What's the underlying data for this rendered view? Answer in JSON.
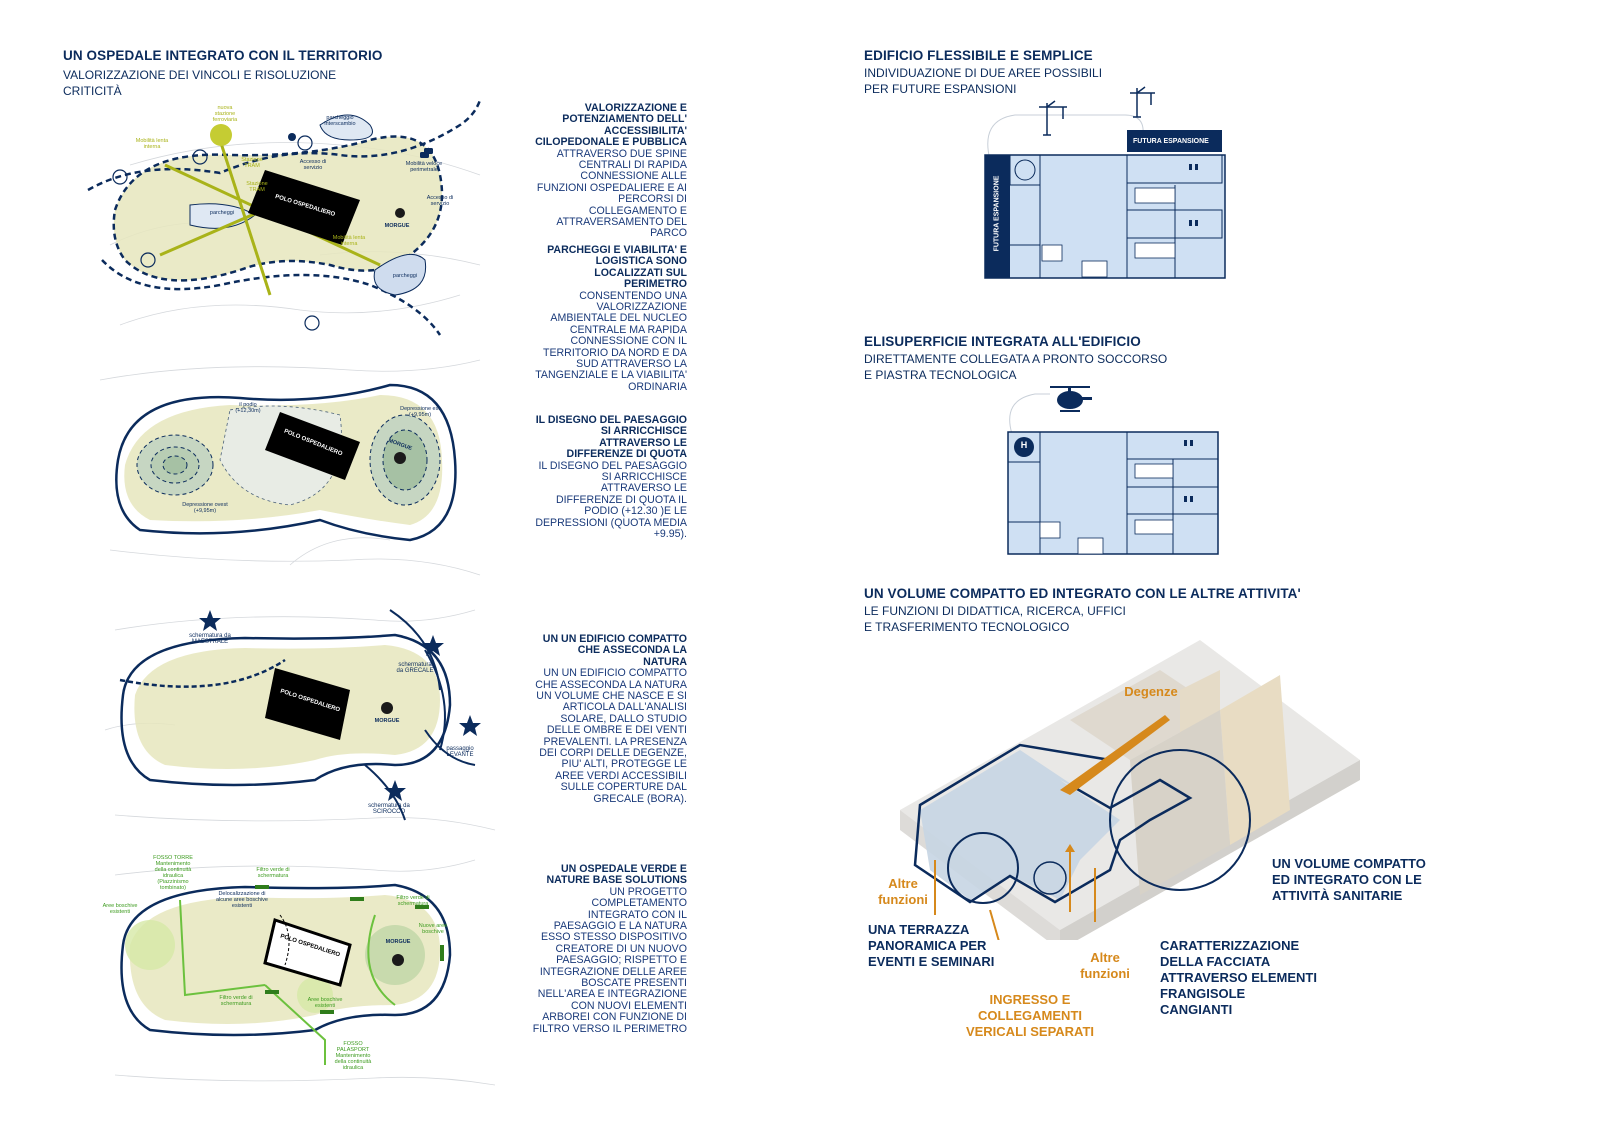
{
  "left_header": {
    "title": "UN OSPEDALE INTEGRATO CON IL TERRITORIO",
    "subtitle_line1": "VALORIZZAZIONE DEI VINCOLI E RISOLUZIONE",
    "subtitle_line2": "CRITICITÀ"
  },
  "paragraphs": [
    {
      "bold": "VALORIZZAZIONE E POTENZIAMENTO DELL' ACCESSIBILITA' CILOPEDONALE E PUBBLICA",
      "text": "ATTRAVERSO DUE SPINE CENTRALI DI RAPIDA CONNESSIONE ALLE FUNZIONI OSPEDALIERE E AI PERCORSI DI COLLEGAMENTO E ATTRAVERSAMENTO DEL PARCO"
    },
    {
      "bold": "PARCHEGGI E VIABILITA' E LOGISTICA SONO LOCALIZZATI SUL PERIMETRO",
      "text": "CONSENTENDO UNA VALORIZZAZIONE AMBIENTALE DEL NUCLEO CENTRALE MA RAPIDA CONNESSIONE CON IL TERRITORIO DA NORD E DA SUD ATTRAVERSO LA TANGENZIALE E LA VIABILITA' ORDINARIA"
    },
    {
      "bold": "IL DISEGNO DEL PAESAGGIO SI ARRICCHISCE ATTRAVERSO LE DIFFERENZE DI QUOTA",
      "text": "IL DISEGNO DEL PAESAGGIO SI ARRICCHISCE ATTRAVERSO LE DIFFERENZE DI QUOTA IL PODIO (+12.30 )E LE DEPRESSIONI (QUOTA MEDIA +9.95)."
    },
    {
      "bold": "UN UN EDIFICIO COMPATTO CHE ASSECONDA LA NATURA",
      "text": "UN UN EDIFICIO COMPATTO CHE ASSECONDA LA NATURA UN VOLUME CHE NASCE E SI ARTICOLA DALL'ANALISI SOLARE, DALLO STUDIO DELLE OMBRE E DEI VENTI PREVALENTI. LA PRESENZA DEI CORPI DELLE DEGENZE, PIU' ALTI, PROTEGGE LE AREE VERDI ACCESSIBILI SULLE COPERTURE DAL GRECALE (BORA)."
    },
    {
      "bold": "UN OSPEDALE VERDE E NATURE BASE SOLUTIONS",
      "text": "UN PROGETTO COMPLETAMENTO INTEGRATO CON IL PAESAGGIO E LA NATURA ESSO STESSO DISPOSITIVO CREATORE DI UN NUOVO PAESAGGIO; RISPETTO E INTEGRAZIONE DELLE AREE BOSCATE PRESENTI NELL'AREA E INTEGRAZIONE CON NUOVI ELEMENTI ARBOREI CON FUNZIONE DI FILTRO VERSO IL PERIMETRO"
    }
  ],
  "map1": {
    "polo": "POLO OSPEDALIERO",
    "morgue": "MORGUE",
    "nuova_stazione": "nuova stazione ferroviaria",
    "mobilita_lenta": "Mobilità lenta interna",
    "parcheggio_interscambio": "parcheggio interscambio",
    "stazione_tram1": "Stazione TRAM",
    "stazione_tram2": "Stazione TRAM",
    "accesso_servizio1": "Accesso di servizio",
    "accesso_servizio2": "Accesso di servizio",
    "mobilita_veloce": "Mobilità veloce perimetrale",
    "parcheggi1": "parcheggi",
    "parcheggi2": "parcheggi",
    "mobilita_lenta2": "Mobilità lenta interna"
  },
  "map2": {
    "polo": "POLO OSPEDALIERO",
    "morgue": "MORGUE",
    "podio": "il podio (+12,30m)",
    "dep_est": "Depressione est (+9,95m)",
    "dep_ovest": "Depressione ovest (+9,95m)"
  },
  "map3": {
    "polo": "POLO OSPEDALIERO",
    "morgue": "MORGUE",
    "maestrale": "schermatura da MAESTRALE",
    "grecale": "schermatura da GRECALE",
    "levante": "passaggio LEVANTE",
    "scirocco": "schermatura da SCIROCCO"
  },
  "map4": {
    "polo": "POLO OSPEDALIERO",
    "morgue": "MORGUE",
    "fosso_torre": "FOSSO TORRE Mantenimento della continuità idraulica (Piazzinismo tombinato)",
    "filtro1": "Filtro verde di schermatura",
    "delocalizzazione": "Delocalizzazione di alcune aree boschive esistenti",
    "aree_boschive_esistenti1": "Aree boschive esistenti",
    "filtro2": "Filtro verde di schermatura",
    "nuove_aree": "Nuove aree boschive",
    "filtro3": "Filtro verde di schermatura",
    "aree_boschive_esistenti2": "Aree boschive esistenti",
    "fosso_palasport": "FOSSO PALASPORT Mantenimento della continuità idraulica"
  },
  "right": {
    "sec1_title": "EDIFICIO FLESSIBILE E SEMPLICE",
    "sec1_sub1": "INDIVIDUAZIONE DI DUE AREE POSSIBILI",
    "sec1_sub2": "PER FUTURE ESPANSIONI",
    "futura_espansione_h": "FUTURA ESPANSIONE",
    "futura_espansione_v": "FUTURA ESPANSIONE",
    "sec2_title": "ELISUPERFICIE INTEGRATA ALL'EDIFICIO",
    "sec2_sub1": "DIRETTAMENTE COLLEGATA A PRONTO SOCCORSO",
    "sec2_sub2": "E PIASTRA TECNOLOGICA",
    "heli_letter": "H",
    "sec3_title": "UN VOLUME COMPATTO ED INTEGRATO CON LE ALTRE ATTIVITA'",
    "sec3_sub1": "LE FUNZIONI DI DIDATTICA, RICERCA, UFFICI",
    "sec3_sub2": "E TRASFERIMENTO TECNOLOGICO"
  },
  "axo": {
    "degenze": "Degenze",
    "altre_funzioni1": "Altre funzioni",
    "altre_funzioni2": "Altre funzioni",
    "terrazza": "UNA TERRAZZA PANORAMICA PER EVENTI E SEMINARI",
    "ingresso": "INGRESSO E COLLEGAMENTI VERICALI SEPARATI",
    "caratterizzazione": "CARATTERIZZAZIONE DELLA FACCIATA ATTRAVERSO ELEMENTI FRANGISOLE CANGIANTI",
    "volume": "UN VOLUME COMPATTO ED INTEGRATO CON LE ATTIVITÀ SANITARIE"
  },
  "colors": {
    "navy": "#0b2b5c",
    "olive": "#b3bb22",
    "green": "#3d9b1f",
    "orange": "#d6891c",
    "plan_fill": "#cfe0f3"
  }
}
